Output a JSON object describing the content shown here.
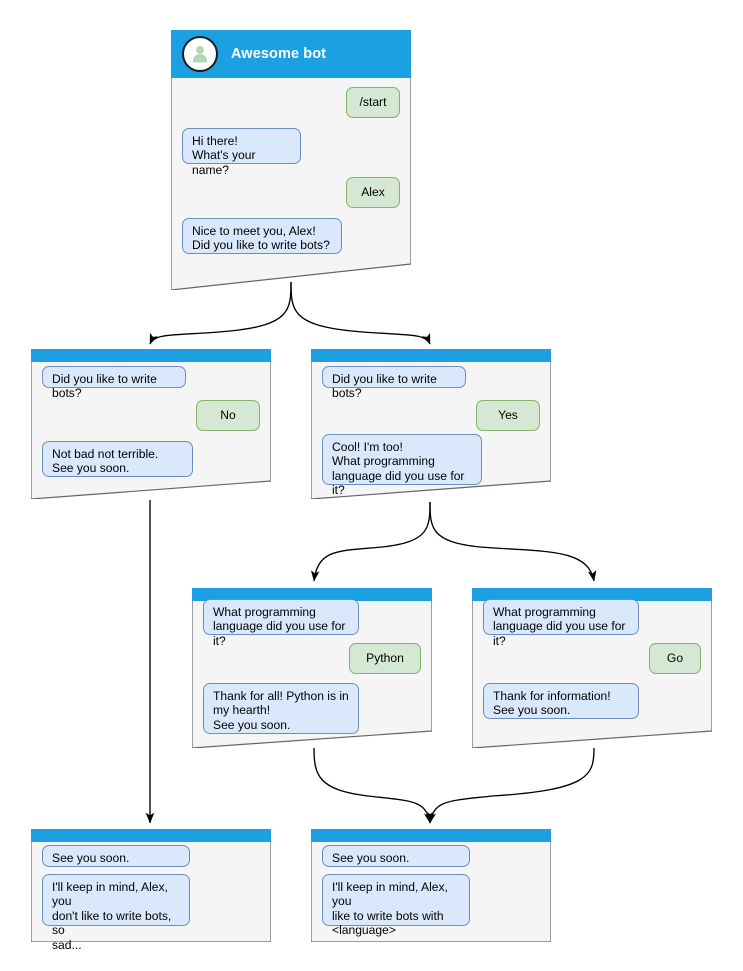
{
  "diagram": {
    "title": "Awesome bot conversation flow",
    "type": "flowchart",
    "colors": {
      "titlebar": "#1ba1e2",
      "window_body": "#f5f5f5",
      "window_border": "#666666",
      "bot_bubble_fill": "#dae8fc",
      "bot_bubble_border": "#6c8ebf",
      "user_bubble_fill": "#d5e8d4",
      "user_bubble_border": "#82b366",
      "avatar_fill": "#ffffff",
      "avatar_border": "#1a1a1a",
      "avatar_glyph": "#b2d8b2",
      "edge": "#000000"
    }
  },
  "nodes": [
    {
      "id": "root",
      "name": "start-conversation-window",
      "header": {
        "bot_name": "Awesome bot",
        "avatar": "person-avatar-icon"
      },
      "messages": [
        {
          "role": "user",
          "text": "/start"
        },
        {
          "role": "bot",
          "text": "Hi there!\nWhat's your name?"
        },
        {
          "role": "user",
          "text": "Alex"
        },
        {
          "role": "bot",
          "text": "Nice to meet you, Alex!\nDid you like to write bots?"
        }
      ]
    },
    {
      "id": "no-branch",
      "name": "answer-no-window",
      "header": {
        "bot_name": "",
        "avatar": ""
      },
      "messages": [
        {
          "role": "bot",
          "text": "Did you like to write bots?"
        },
        {
          "role": "user",
          "text": "No"
        },
        {
          "role": "bot",
          "text": "Not bad not terrible.\nSee you soon."
        }
      ]
    },
    {
      "id": "yes-branch",
      "name": "answer-yes-window",
      "header": {
        "bot_name": "",
        "avatar": ""
      },
      "messages": [
        {
          "role": "bot",
          "text": "Did you like to write bots?"
        },
        {
          "role": "user",
          "text": "Yes"
        },
        {
          "role": "bot",
          "text": "Cool! I'm too!\nWhat programming\nlanguage did you use for it?"
        }
      ]
    },
    {
      "id": "python-branch",
      "name": "answer-python-window",
      "header": {
        "bot_name": "",
        "avatar": ""
      },
      "messages": [
        {
          "role": "bot",
          "text": "What programming\nlanguage did you use for it?"
        },
        {
          "role": "user",
          "text": "Python"
        },
        {
          "role": "bot",
          "text": "Thank for all! Python is in\nmy hearth!\nSee you soon."
        }
      ]
    },
    {
      "id": "go-branch",
      "name": "answer-go-window",
      "header": {
        "bot_name": "",
        "avatar": ""
      },
      "messages": [
        {
          "role": "bot",
          "text": "What programming\nlanguage did you use for it?"
        },
        {
          "role": "user",
          "text": "Go"
        },
        {
          "role": "bot",
          "text": "Thank for information!\nSee you soon."
        }
      ]
    },
    {
      "id": "end-sad",
      "name": "ending-no-window",
      "header": {
        "bot_name": "",
        "avatar": ""
      },
      "messages": [
        {
          "role": "bot",
          "text": "See you soon."
        },
        {
          "role": "bot",
          "text": "I'll keep in mind, Alex, you\ndon't like to write bots, so\nsad..."
        }
      ]
    },
    {
      "id": "end-happy",
      "name": "ending-yes-window",
      "header": {
        "bot_name": "",
        "avatar": ""
      },
      "messages": [
        {
          "role": "bot",
          "text": "See you soon."
        },
        {
          "role": "bot",
          "text": "I'll keep in mind, Alex, you\nlike to write bots with\n<language>"
        }
      ]
    }
  ],
  "edges": [
    {
      "from": "root",
      "to": "no-branch",
      "name": "edge-root-to-no"
    },
    {
      "from": "root",
      "to": "yes-branch",
      "name": "edge-root-to-yes"
    },
    {
      "from": "yes-branch",
      "to": "python-branch",
      "name": "edge-yes-to-python"
    },
    {
      "from": "yes-branch",
      "to": "go-branch",
      "name": "edge-yes-to-go"
    },
    {
      "from": "no-branch",
      "to": "end-sad",
      "name": "edge-no-to-ending-sad"
    },
    {
      "from": "python-branch",
      "to": "end-happy",
      "name": "edge-python-to-ending-happy"
    },
    {
      "from": "go-branch",
      "to": "end-happy",
      "name": "edge-go-to-ending-happy"
    }
  ]
}
